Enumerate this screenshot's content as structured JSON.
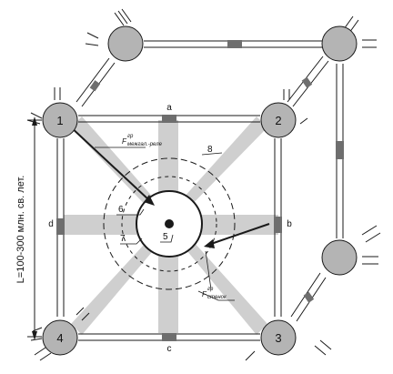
{
  "diagram": {
    "nodes": {
      "n1": "1",
      "n2": "2",
      "n3": "3",
      "n4": "4"
    },
    "side_labels": {
      "a": "a",
      "b": "b",
      "c": "c",
      "d": "d"
    },
    "number_labels": {
      "l5": "5",
      "l6": "6",
      "l7": "7",
      "l8": "8"
    },
    "distance_label": "L=100-300 млн. св. лет.",
    "force_labels": {
      "f_upper_main": "F",
      "f_upper_sup": "гр",
      "f_upper_sub": "межгал.-реле",
      "f_lower_main": "F",
      "f_lower_sup": "гр",
      "f_lower_sub": "стенок"
    },
    "colors": {
      "node_fill": "#b4b4b4",
      "spoke_fill": "#cfcfcf",
      "block_fill": "#6e6e6e",
      "line": "#1a1a1a"
    }
  }
}
